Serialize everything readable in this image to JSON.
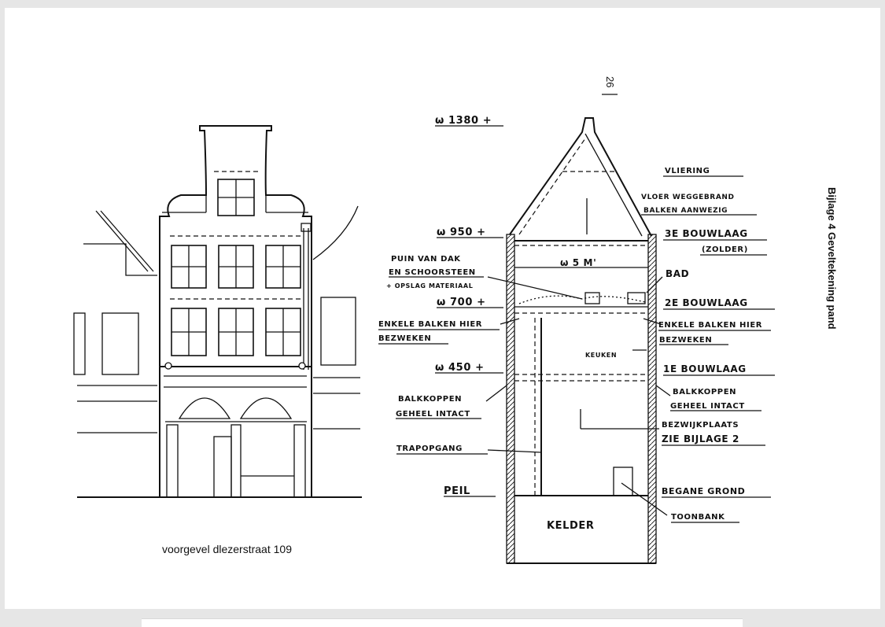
{
  "page_number": "26",
  "side_caption": "Bijlage 4  Geveltekening pand",
  "facade_caption": "voorgevel dlezerstraat 109",
  "levels": {
    "top": "ω 1380 +",
    "l950": "ω 950 +",
    "l700": "ω 700 +",
    "l450": "ω 450 +",
    "peil": "PEIL"
  },
  "width_label": "ω 5 M'",
  "labels_left": {
    "puin_1": "PUIN VAN DAK",
    "puin_2": "EN SCHOORSTEEN",
    "puin_3": "+ OPSLAG MATERIAAL",
    "enkele_1": "ENKELE BALKEN HIER",
    "enkele_2": "BEZWEKEN",
    "balk_1": "BALKKOPPEN",
    "balk_2": "GEHEEL INTACT",
    "trap": "TRAPOPGANG"
  },
  "labels_right": {
    "vliering": "VLIERING",
    "vloer_1": "VLOER WEGGEBRAND",
    "vloer_2": "BALKEN AANWEZIG",
    "bouw3_1": "3E BOUWLAAG",
    "bouw3_2": "(ZOLDER)",
    "bad": "BAD",
    "bouw2": "2E BOUWLAAG",
    "enkele_1": "ENKELE BALKEN HIER",
    "enkele_2": "BEZWEKEN",
    "keuken": "KEUKEN",
    "bouw1": "1E BOUWLAAG",
    "balk_1": "BALKKOPPEN",
    "balk_2": "GEHEEL INTACT",
    "bezwijk_1": "BEZWIJKPLAATS",
    "bezwijk_2": "ZIE BIJLAGE 2",
    "begane": "BEGANE GROND",
    "toonbank": "TOONBANK"
  },
  "kelder": "KELDER"
}
